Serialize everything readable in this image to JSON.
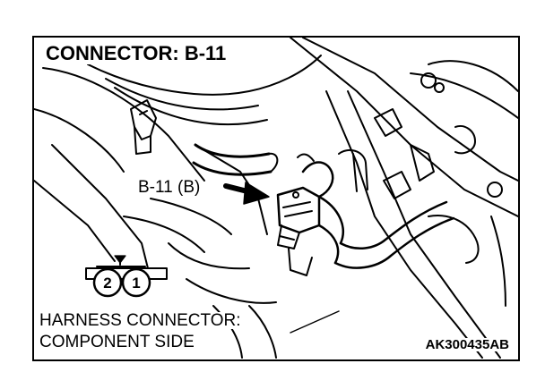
{
  "figure": {
    "title": "CONNECTOR: B-11",
    "callout": "B-11 (B)",
    "harness_line1": "HARNESS CONNECTOR:",
    "harness_line2": "COMPONENT SIDE",
    "code": "AK300435AB"
  },
  "connector": {
    "pins": [
      "2",
      "1"
    ]
  },
  "colors": {
    "ink": "#000000",
    "paper": "#ffffff"
  }
}
